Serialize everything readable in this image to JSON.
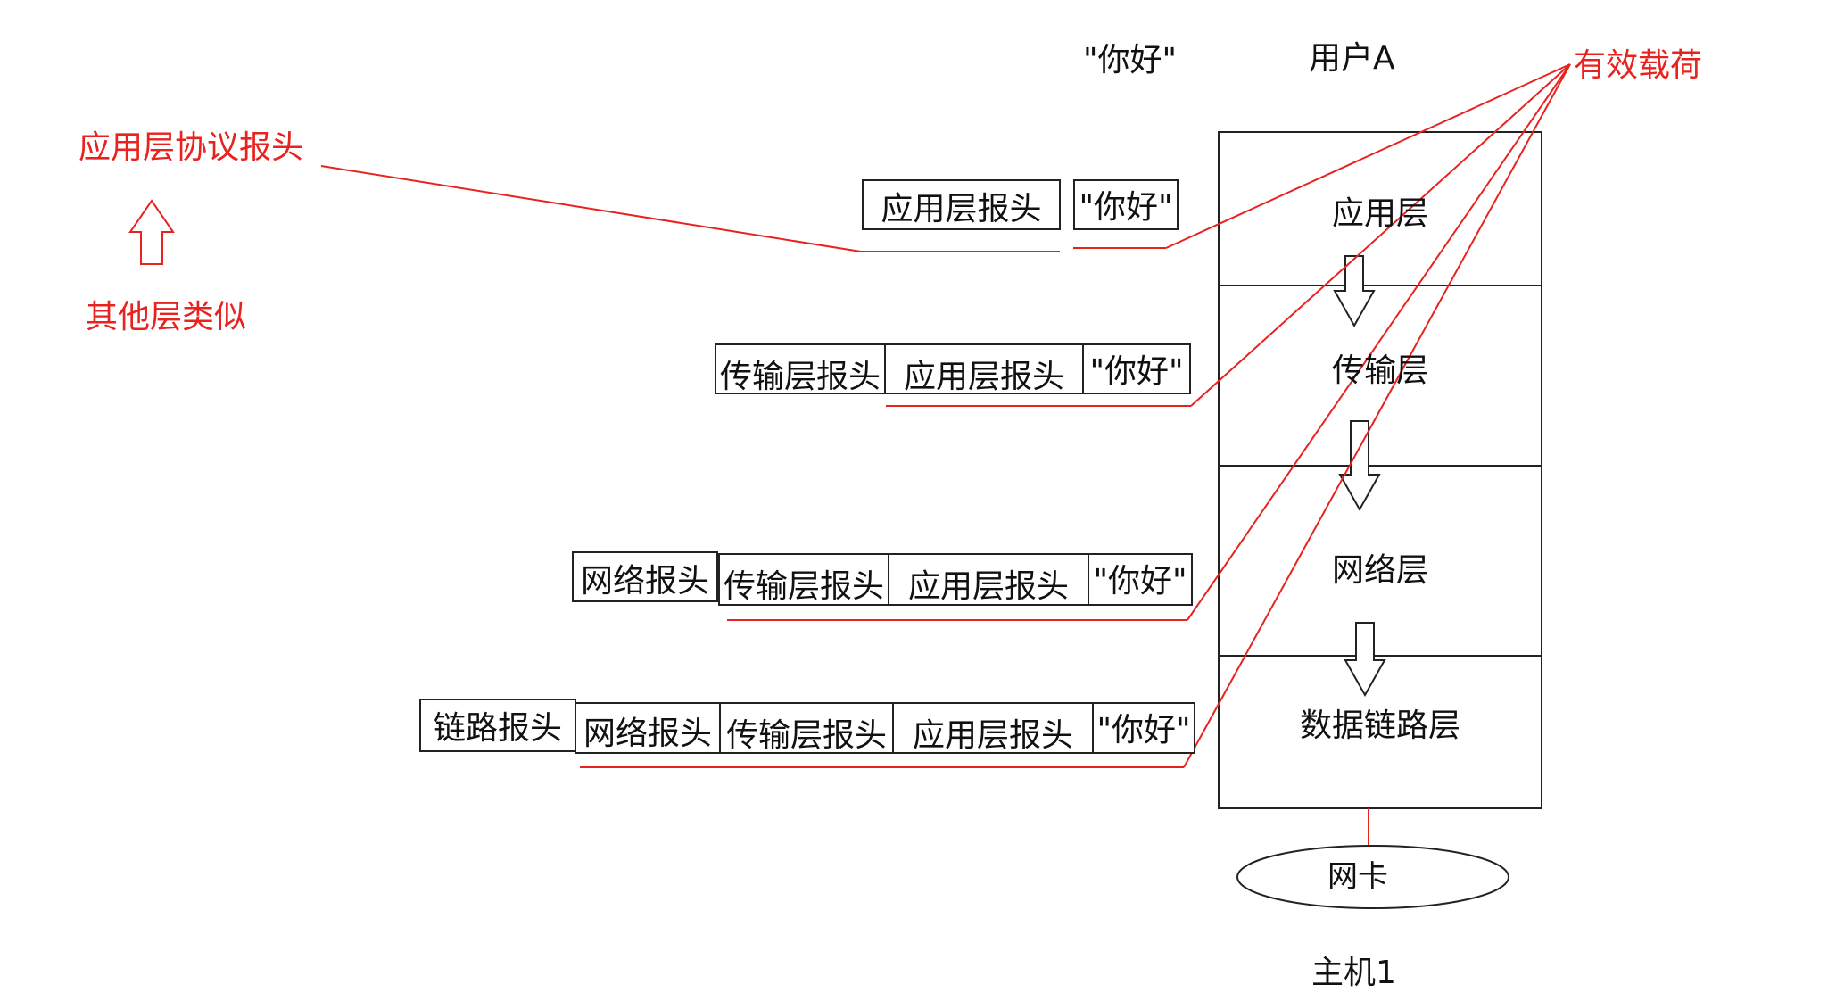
{
  "top_labels": {
    "hello": "\"你好\"",
    "user": "用户A",
    "host": "主机1"
  },
  "annotations": {
    "app_header_protocol": "应用层协议报头",
    "other_layers_similar": "其他层类似",
    "payload": "有效载荷"
  },
  "stack": {
    "layers": [
      "应用层",
      "传输层",
      "网络层",
      "数据链路层"
    ],
    "nic": "网卡"
  },
  "packets": [
    {
      "headers": [
        "应用层报头"
      ],
      "payload": "\"你好\""
    },
    {
      "headers": [
        "传输层报头",
        "应用层报头"
      ],
      "payload": "\"你好\""
    },
    {
      "headers": [
        "网络报头",
        "传输层报头",
        "应用层报头"
      ],
      "payload": "\"你好\""
    },
    {
      "headers": [
        "链路报头",
        "网络报头",
        "传输层报头",
        "应用层报头"
      ],
      "payload": "\"你好\""
    }
  ],
  "colors": {
    "annotation": "#e8231f",
    "ink": "#111111"
  }
}
